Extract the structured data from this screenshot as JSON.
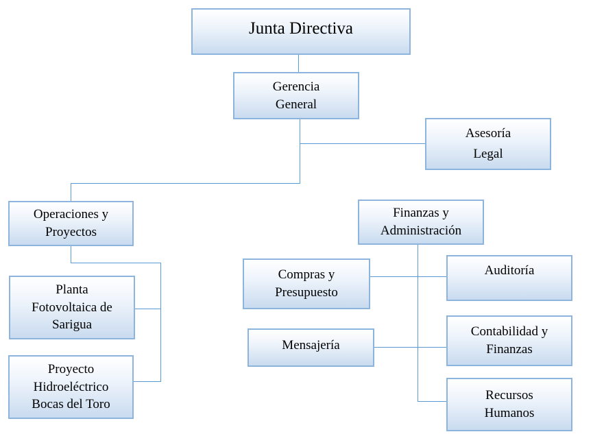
{
  "org_chart": {
    "junta_directiva": "Junta Directiva",
    "gerencia_general": "Gerencia\nGeneral",
    "asesoria_legal": "Asesoría\nLegal",
    "operaciones": "Operaciones y\nProyectos",
    "planta_fotovoltaica": "Planta\nFotovoltaica de\nSarigua",
    "proyecto_hidroelectrico": "Proyecto\nHidroeléctrico\nBocas del Toro",
    "finanzas": "Finanzas y\nAdministración",
    "compras": "Compras y\nPresupuesto",
    "mensajeria": "Mensajería",
    "auditoria": "Auditoría",
    "contabilidad": "Contabilidad y\nFinanzas",
    "recursos_humanos": "Recursos\nHumanos"
  },
  "colors": {
    "box_border": "#8db4dc",
    "connector": "#5b9bd5"
  }
}
